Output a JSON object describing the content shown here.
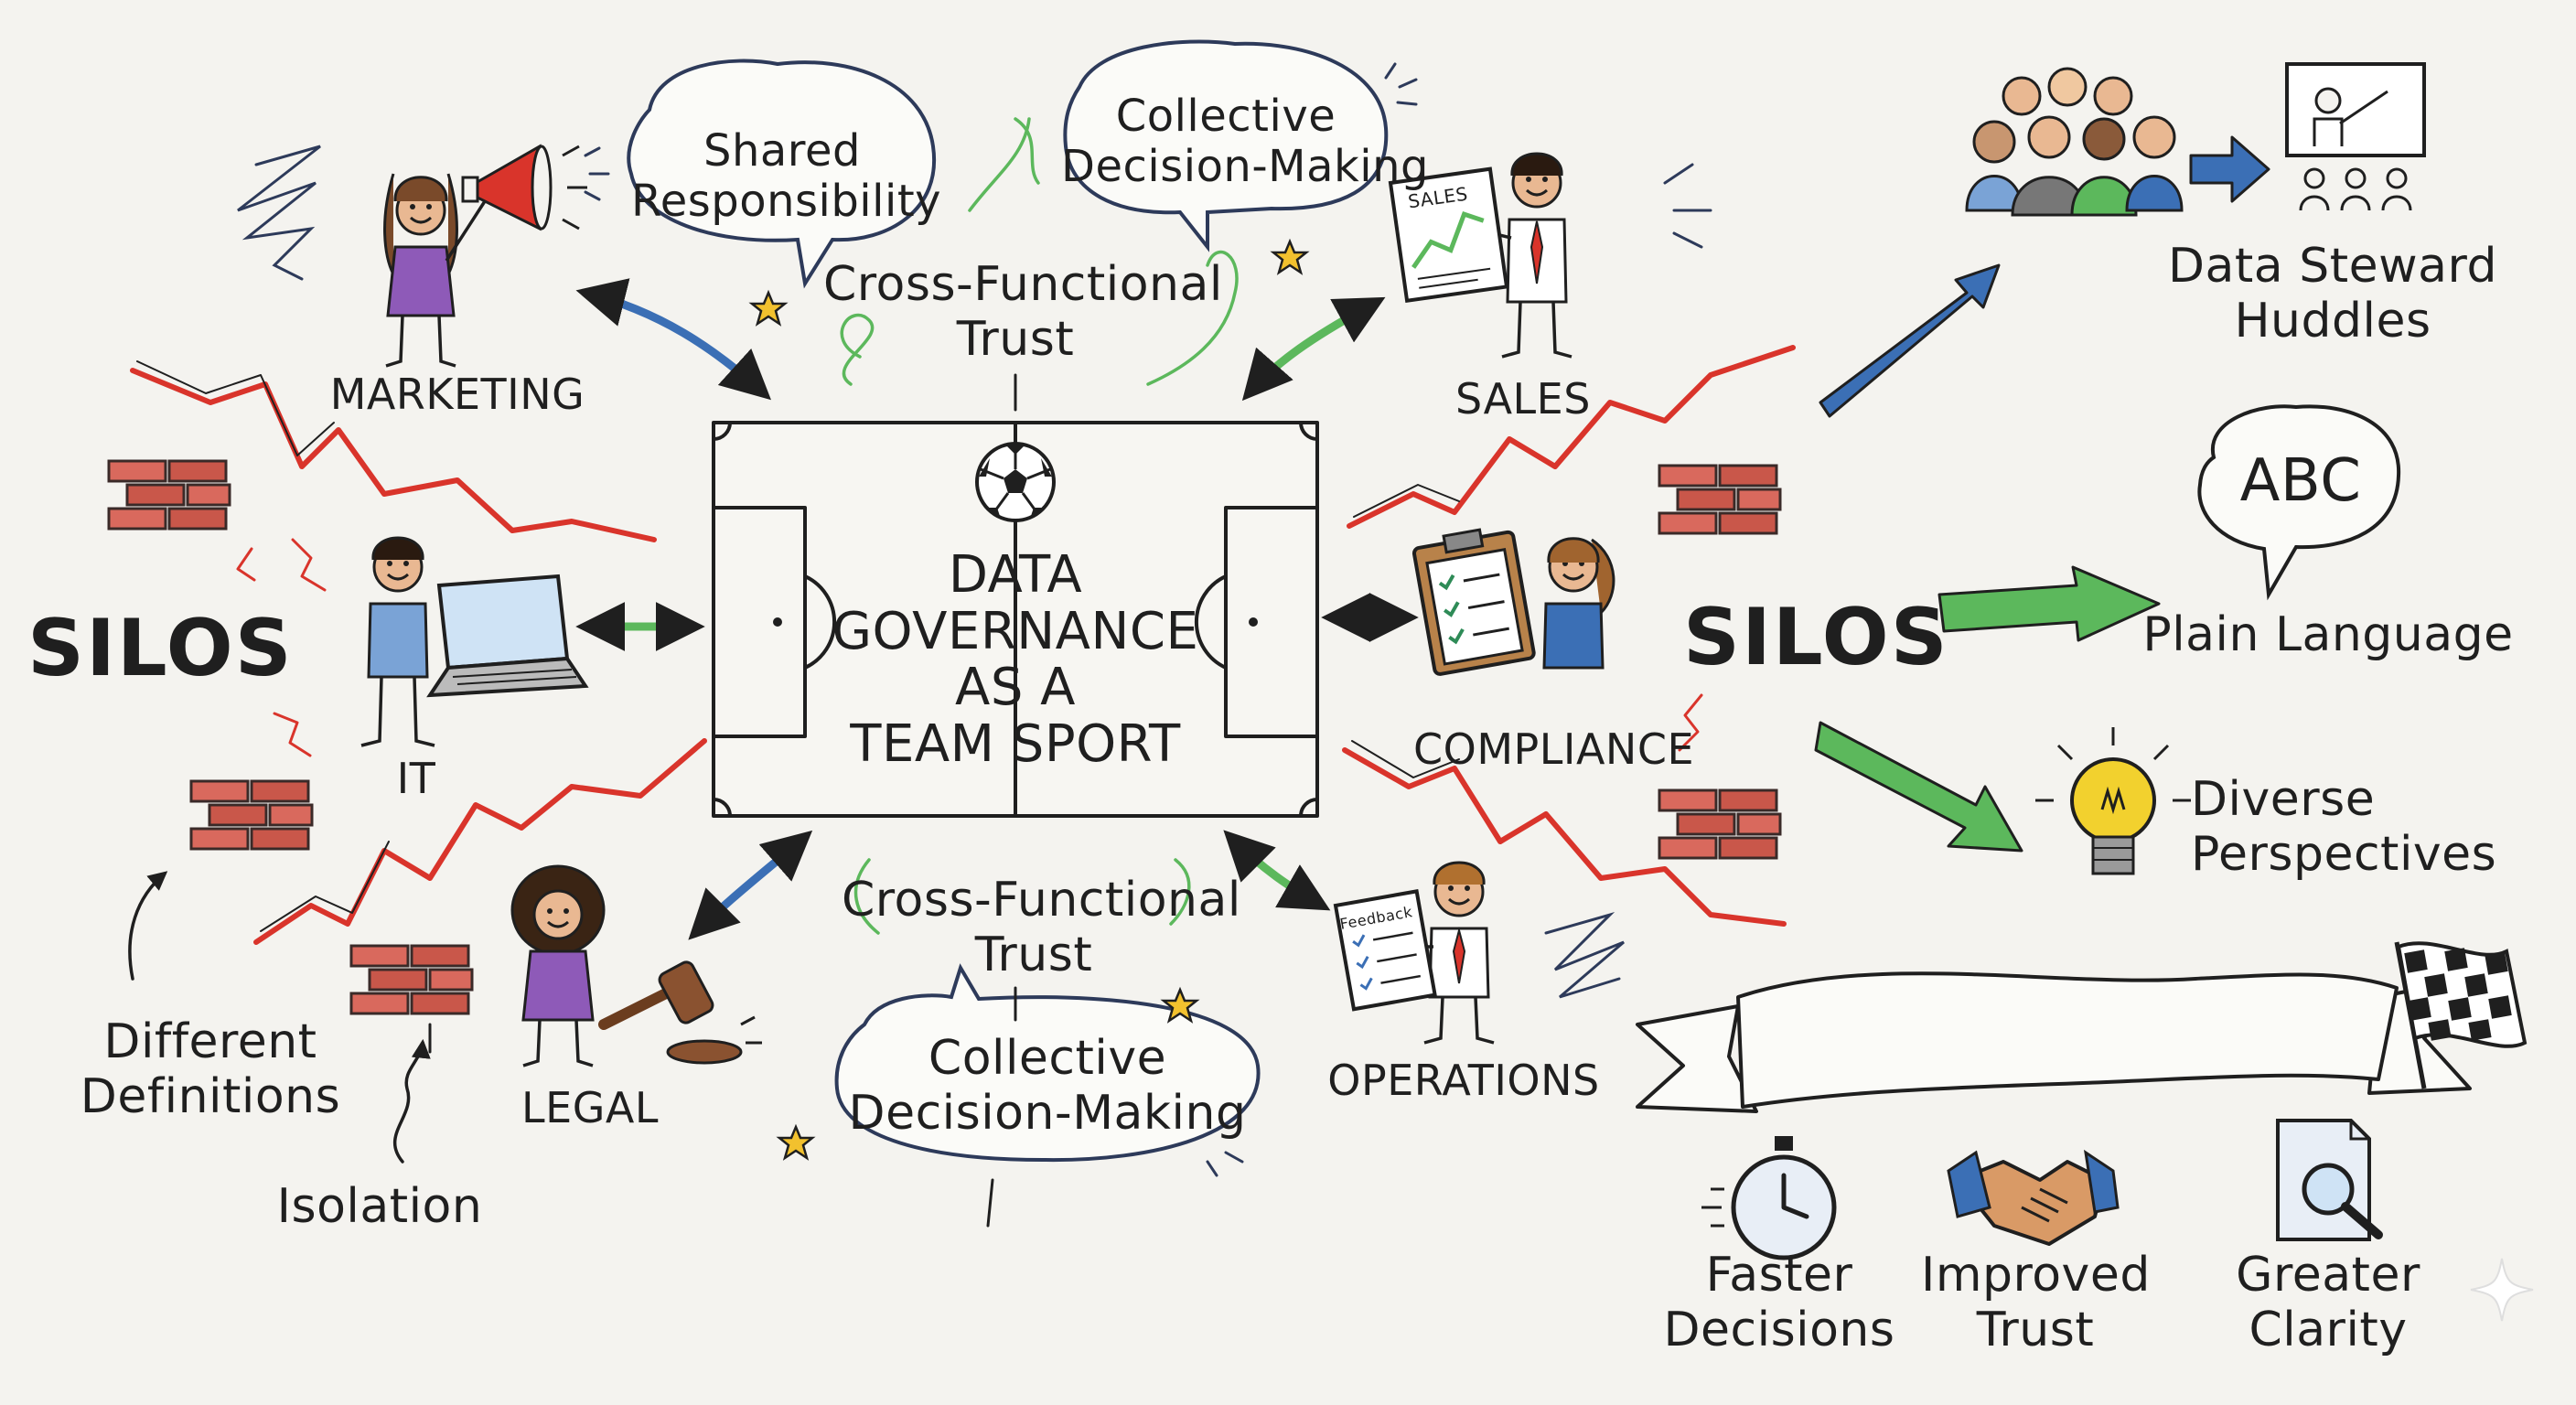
{
  "title": {
    "lines": [
      "DATA",
      "GOVERNANCE",
      "AS A",
      "TEAM SPORT"
    ]
  },
  "teams": {
    "marketing": "MARKETING",
    "it": "IT",
    "legal": "LEGAL",
    "sales": "SALES",
    "compliance": "COMPLIANCE",
    "operations": "OPERATIONS"
  },
  "silos": {
    "left": "SILOS",
    "right": "SILOS"
  },
  "bubbles": {
    "top_left": [
      "Shared",
      "Responsibility"
    ],
    "top_right": [
      "Collective",
      "Decision-Making"
    ],
    "bottom": [
      "Collective",
      "Decision-Making"
    ]
  },
  "trust": {
    "top": [
      "Cross-Functional",
      "Trust"
    ],
    "bottom": [
      "Cross-Functional",
      "Trust"
    ]
  },
  "problems": {
    "definitions": [
      "Different",
      "Definitions"
    ],
    "isolation": "Isolation"
  },
  "solutions": {
    "huddles": [
      "Data Steward",
      "Huddles"
    ],
    "plain_language": "Plain Language",
    "abc": "ABC",
    "diverse": [
      "Diverse",
      "Perspectives"
    ]
  },
  "props": {
    "sales_chart": "SALES",
    "feedback": "Feedback"
  },
  "outcomes": {
    "faster": [
      "Faster",
      "Decisions"
    ],
    "trust": [
      "Improved",
      "Trust"
    ],
    "clarity": [
      "Greater",
      "Clarity"
    ]
  },
  "colors": {
    "ink": "#1f1f1f",
    "arrow_blue": "#3b6fb5",
    "arrow_green": "#5cb85c",
    "silo_red": "#d9342b",
    "brick": "#c9574a",
    "star": "#f2c12e",
    "person_purple": "#8e5ab8",
    "person_blue": "#7aa3d6"
  }
}
